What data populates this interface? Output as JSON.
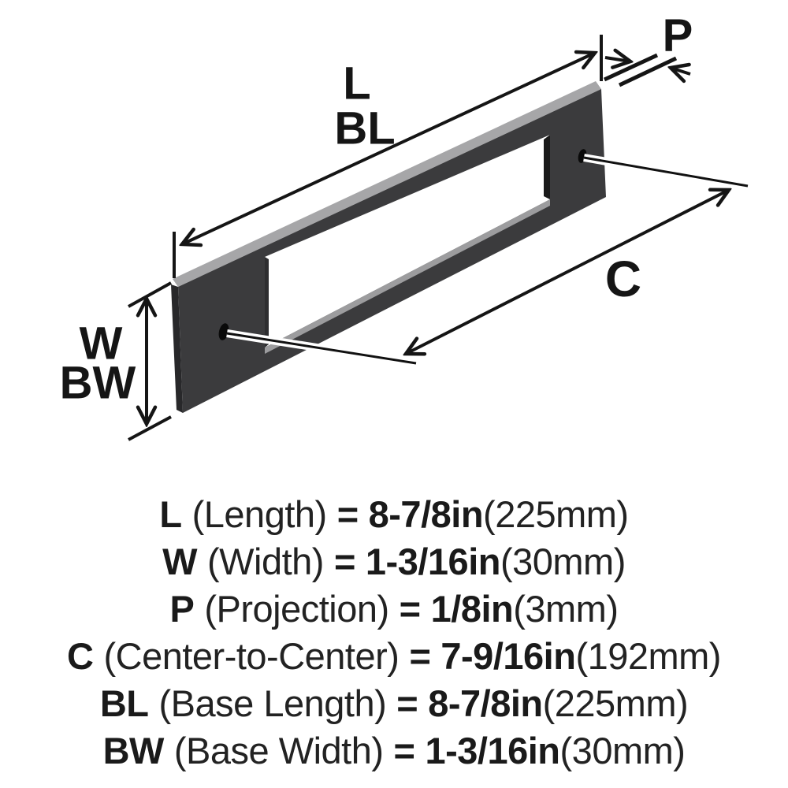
{
  "diagram": {
    "description": "3D line drawing of a rectangular bar cabinet pull with dimension arrows",
    "labels": {
      "length": "L",
      "base_length": "BL",
      "projection": "P",
      "center_to_center": "C",
      "width": "W",
      "base_width": "BW"
    },
    "colors": {
      "background": "#ffffff",
      "plate_front": "#3b3b3d",
      "plate_top_highlight": "#a6a6a8",
      "plate_left_side": "#28282a",
      "cutout_bottom_highlight": "#9c9c9e",
      "cutout_right_shadow": "#1a1a1a",
      "line_color": "#151515"
    }
  },
  "legend": {
    "rows": [
      {
        "symbol": "L",
        "name": "(Length)",
        "eq": "=",
        "inches": "8-7/8in",
        "metric": "(225mm)"
      },
      {
        "symbol": "W",
        "name": "(Width)",
        "eq": "=",
        "inches": "1-3/16in",
        "metric": "(30mm)"
      },
      {
        "symbol": "P",
        "name": "(Projection)",
        "eq": "=",
        "inches": "1/8in",
        "metric": "(3mm)"
      },
      {
        "symbol": "C",
        "name": "(Center-to-Center)",
        "eq": "=",
        "inches": "7-9/16in",
        "metric": "(192mm)"
      },
      {
        "symbol": "BL",
        "name": "(Base Length)",
        "eq": "=",
        "inches": "8-7/8in",
        "metric": "(225mm)"
      },
      {
        "symbol": "BW",
        "name": "(Base Width)",
        "eq": "=",
        "inches": "1-3/16in",
        "metric": "(30mm)"
      }
    ]
  }
}
